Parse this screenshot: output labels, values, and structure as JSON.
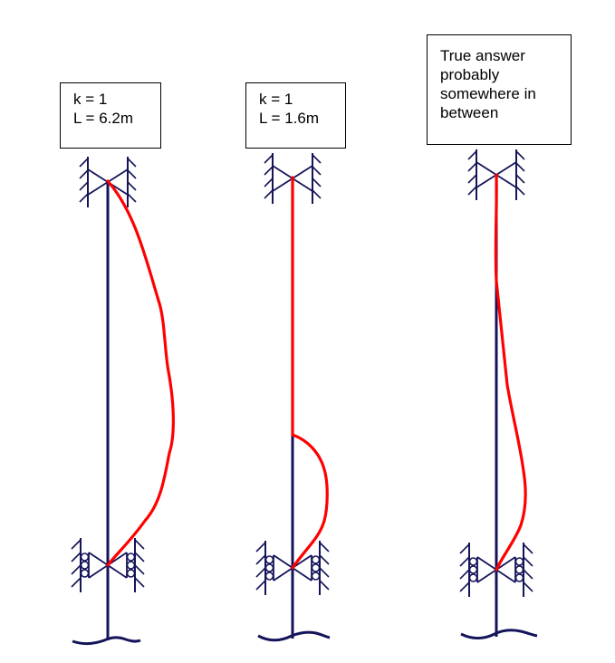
{
  "colors": {
    "column": "#14145a",
    "buckled_shape": "#ff0000",
    "box_border": "#000000",
    "background": "#ffffff"
  },
  "columns": [
    {
      "id": "left",
      "label_lines": [
        "k = 1",
        "L = 6.2m"
      ]
    },
    {
      "id": "middle",
      "label_lines": [
        "k = 1",
        "L = 1.6m"
      ]
    },
    {
      "id": "right",
      "label_lines": [
        "True answer",
        "probably",
        "somewhere in",
        "between"
      ]
    }
  ]
}
